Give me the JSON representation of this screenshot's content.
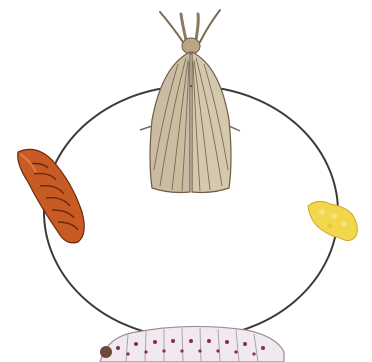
{
  "diagram": {
    "subject": "moth-life-cycle",
    "stages": [
      {
        "id": "adult",
        "icon": "moth-icon"
      },
      {
        "id": "egg",
        "icon": "egg-cluster-icon"
      },
      {
        "id": "larva",
        "icon": "larva-icon"
      },
      {
        "id": "pupa",
        "icon": "pupa-icon"
      }
    ],
    "colors": {
      "cycle_line": "#3a3a3a",
      "moth_wing": "#c9bca2",
      "moth_vein": "#6e5c45",
      "egg": "#f2d64c",
      "pupa": "#c85a24",
      "larva": "#f0eaf0",
      "larva_spots": "#8a3045"
    }
  }
}
